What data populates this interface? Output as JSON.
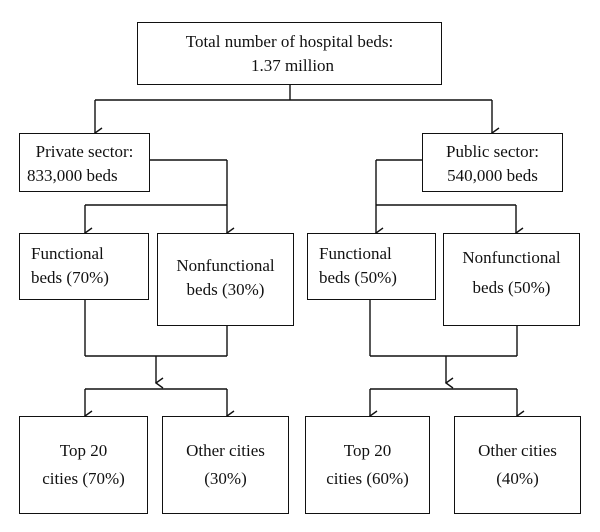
{
  "root": {
    "line1": "Total number of hospital beds:",
    "line2": "1.37 million"
  },
  "private": {
    "sector": {
      "line1": "Private sector:",
      "line2": "833,000 beds"
    },
    "functional": {
      "line1": "Functional",
      "line2": "beds (70%)"
    },
    "nonfunctional": {
      "line1": "Nonfunctional",
      "line2": "beds (30%)"
    },
    "top20": {
      "line1": "Top 20",
      "line2": "cities (70%)"
    },
    "other": {
      "line1": "Other cities",
      "line2": "(30%)"
    }
  },
  "public": {
    "sector": {
      "line1": "Public sector:",
      "line2": "540,000 beds"
    },
    "functional": {
      "line1": "Functional",
      "line2": "beds (50%)"
    },
    "nonfunctional": {
      "line1": "Nonfunctional",
      "line2": "beds (50%)"
    },
    "top20": {
      "line1": "Top 20",
      "line2": "cities (60%)"
    },
    "other": {
      "line1": "Other cities",
      "line2": "(40%)"
    }
  }
}
